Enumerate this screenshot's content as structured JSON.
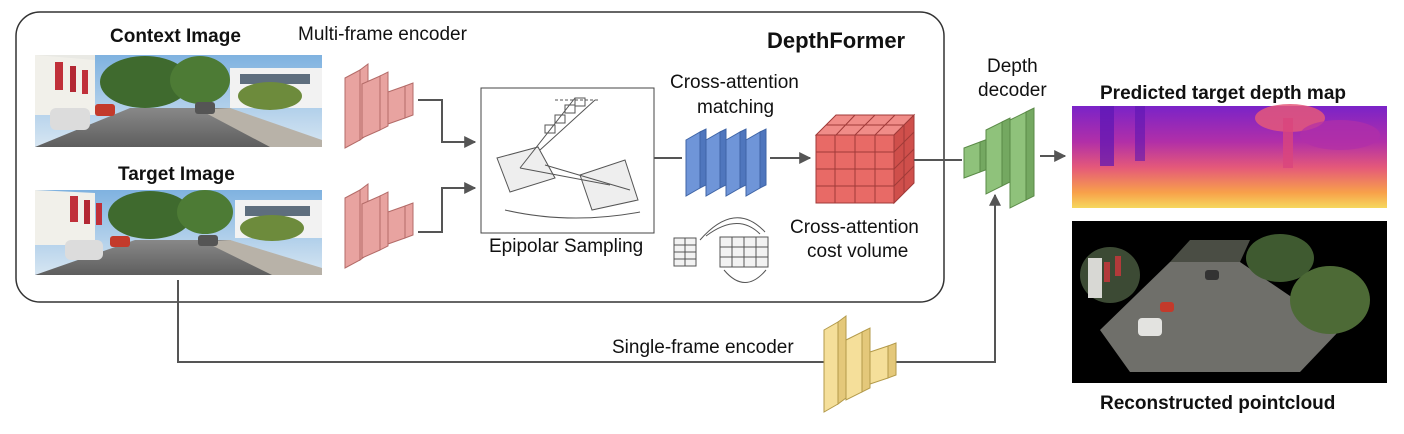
{
  "title": "DepthFormer",
  "labels": {
    "context_image": "Context Image",
    "target_image": "Target Image",
    "multi_frame_encoder": "Multi-frame encoder",
    "epipolar_sampling": "Epipolar Sampling",
    "cross_attention_matching_1": "Cross-attention",
    "cross_attention_matching_2": "matching",
    "cost_volume_1": "Cross-attention",
    "cost_volume_2": "cost volume",
    "depth_decoder_1": "Depth",
    "depth_decoder_2": "decoder",
    "single_frame_encoder": "Single-frame encoder",
    "predicted_depth_map": "Predicted target depth map",
    "reconstructed_pointcloud": "Reconstructed pointcloud"
  },
  "colors": {
    "encoder": "#e8a3a0",
    "matching": "#6f95d8",
    "cost_volume": "#e86a66",
    "decoder": "#8fc27b",
    "single_encoder": "#f5df9a",
    "arrow": "#555555"
  }
}
